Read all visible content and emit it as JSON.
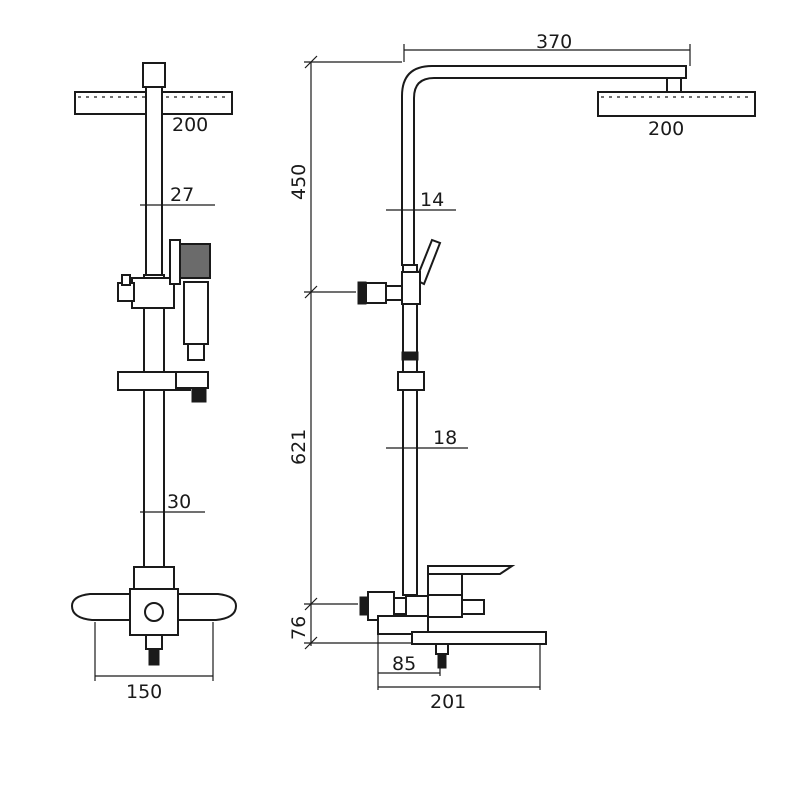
{
  "dimensions": {
    "front_head_width": "200",
    "front_upper_pipe": "27",
    "front_lower_pipe": "30",
    "front_valve_width": "150",
    "side_arm_length": "370",
    "side_head_width": "200",
    "side_upper_height": "450",
    "side_upper_pipe": "14",
    "side_lower_pipe": "18",
    "side_middle_height": "621",
    "side_bottom_height": "76",
    "side_spout_offset": "85",
    "side_spout_length": "201"
  }
}
